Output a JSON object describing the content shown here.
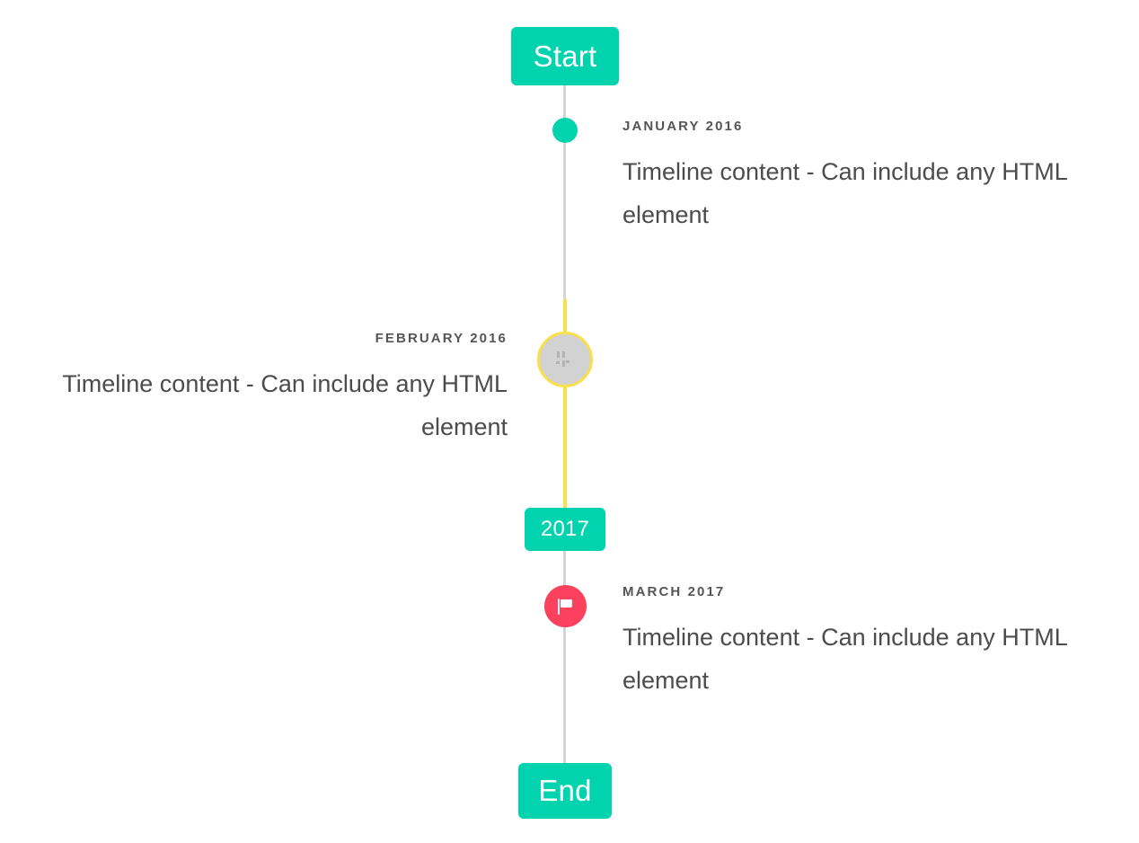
{
  "timeline": {
    "start_label": "Start",
    "end_label": "End",
    "mid_label": "2017",
    "colors": {
      "accent_teal": "#00d3ad",
      "accent_yellow": "#fade4b",
      "accent_pink": "#fc415e",
      "rail_gray": "#d4d4d4",
      "text_dark": "#4c4c4c",
      "date_gray": "#555555"
    },
    "entries": [
      {
        "date": "JANUARY 2016",
        "body": "Timeline content - Can include any HTML element",
        "side": "right",
        "marker": "dot"
      },
      {
        "date": "FEBRUARY 2016",
        "body": "Timeline content - Can include any HTML element",
        "side": "left",
        "marker": "image"
      },
      {
        "date": "MARCH 2017",
        "body": "Timeline content - Can include any HTML element",
        "side": "right",
        "marker": "flag"
      }
    ]
  }
}
